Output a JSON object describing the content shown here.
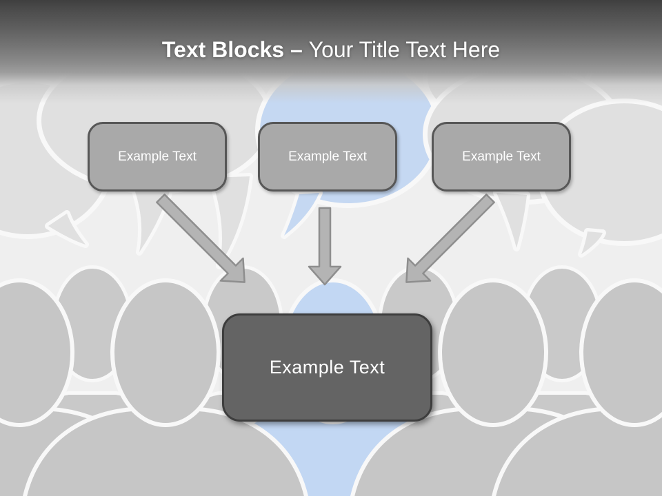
{
  "slide": {
    "header": {
      "title_bold": "Text Blocks – ",
      "title_regular": "Your Title Text Here"
    },
    "source_boxes": [
      {
        "label": "Example Text"
      },
      {
        "label": "Example Text"
      },
      {
        "label": "Example Text"
      }
    ],
    "target_box": {
      "label": "Example Text"
    },
    "colors": {
      "header_dark": "#3f3f3f",
      "canvas_background": "#efefef",
      "source_box_fill": "#a9a9a9",
      "source_box_border": "#575757",
      "target_box_fill": "#646464",
      "target_box_border": "#3d3d3d",
      "arrow_fill": "#b4b4b4",
      "arrow_border": "#8e8e8e",
      "speech_bubble_gray": "#e0e0e0",
      "person_gray": "#c6c6c6",
      "outline_white": "#f8f8f8",
      "accent_blue_bubble": "#c5d8f2",
      "accent_blue_person": "#c2d7f3",
      "text_white": "#ffffff"
    },
    "decor": {
      "background_name": "speech-bubbles-and-crowd",
      "icons": [
        "speech-bubble-icon",
        "person-silhouette-icon",
        "down-arrow-icon"
      ]
    }
  }
}
